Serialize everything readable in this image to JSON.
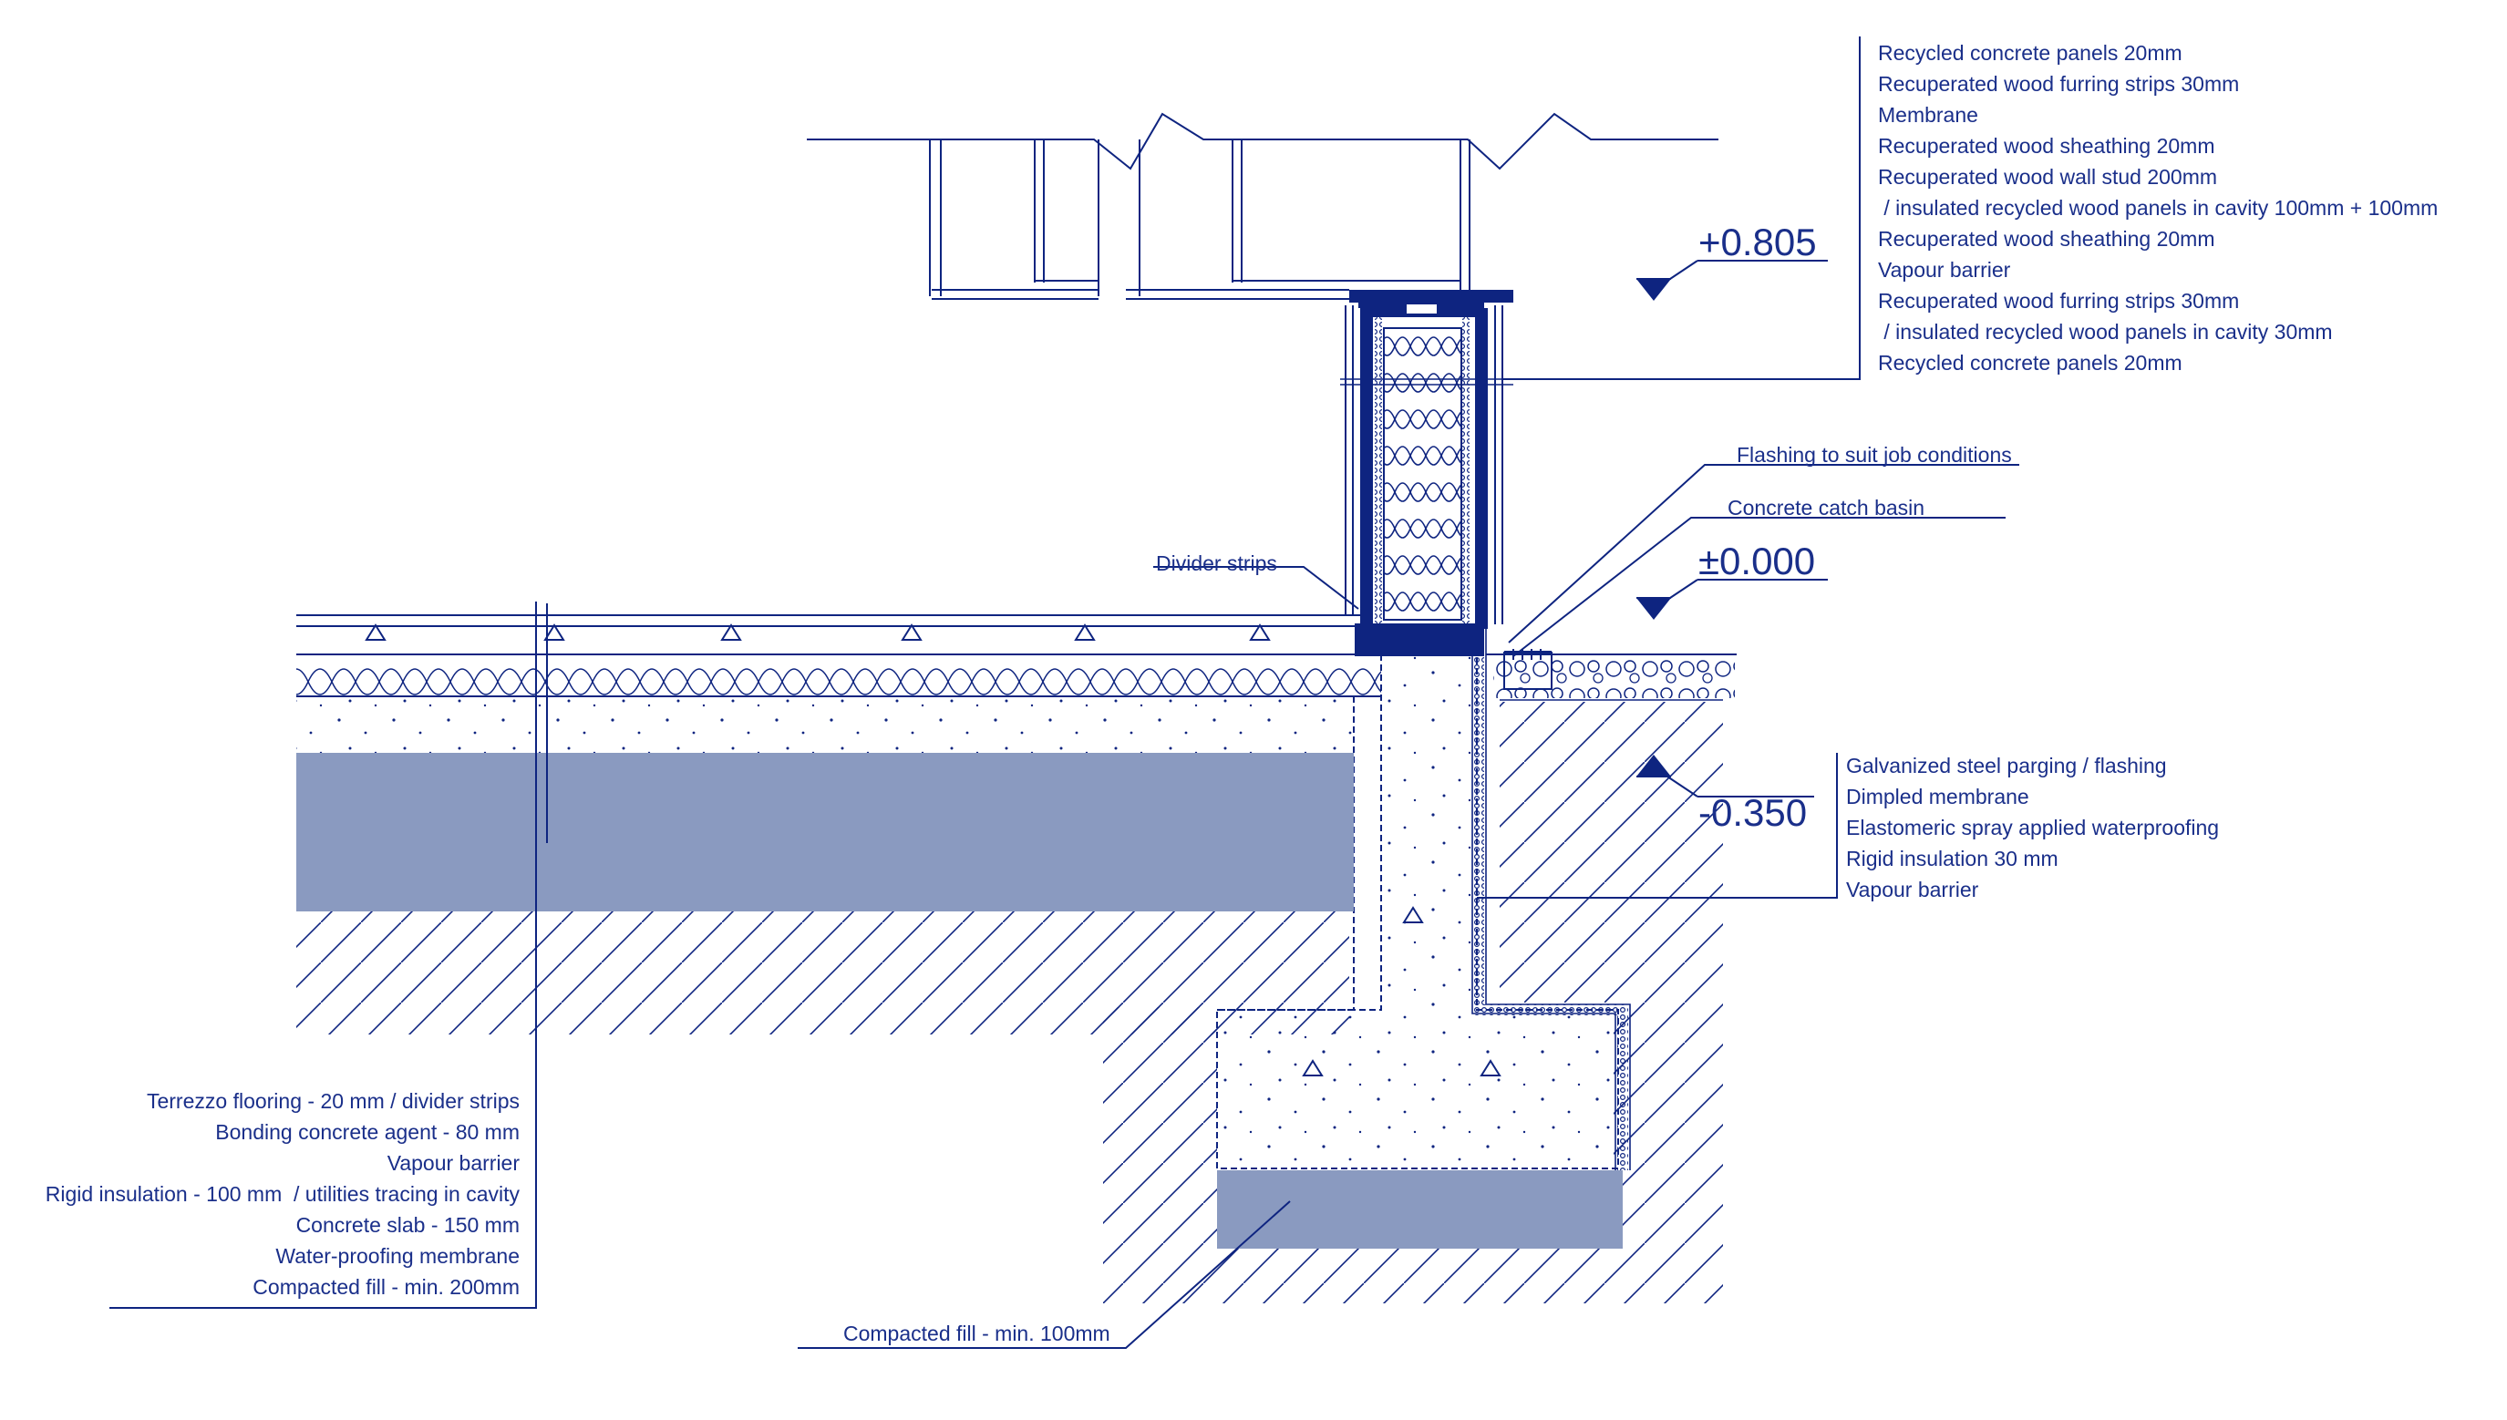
{
  "colors": {
    "ink": "#0e2480",
    "text": "#1a2f8a",
    "fill_band": "#8a9ac0",
    "background": "#ffffff"
  },
  "levels": {
    "top": "+0.805",
    "ground": "±0.000",
    "bottom": "-0.350"
  },
  "wall_layers": [
    "Recycled concrete panels 20mm",
    "Recuperated wood furring strips 30mm",
    "Membrane",
    "Recuperated wood sheathing 20mm",
    "Recuperated wood wall stud 200mm",
    " / insulated recycled wood panels in cavity 100mm + 100mm",
    "Recuperated wood sheathing 20mm",
    "Vapour barrier",
    "Recuperated wood furring strips 30mm",
    " / insulated recycled wood panels in cavity 30mm",
    "Recycled concrete panels 20mm"
  ],
  "labels": {
    "flashing": "Flashing to suit job conditions",
    "catch_basin": "Concrete catch basin",
    "divider_strips": "Divider strips",
    "compacted_fill_100": "Compacted fill - min. 100mm"
  },
  "foundation_layers": [
    "Galvanized steel parging / flashing",
    "Dimpled membrane",
    "Elastomeric spray applied waterproofing",
    "Rigid insulation 30 mm",
    "Vapour barrier"
  ],
  "floor_layers": [
    "Terrezzo flooring - 20 mm / divider strips",
    "Bonding concrete agent - 80 mm",
    "Vapour barrier",
    "Rigid insulation - 100 mm  / utilities tracing in cavity",
    "Concrete slab - 150 mm",
    "Water-proofing membrane",
    "Compacted fill - min. 200mm"
  ]
}
